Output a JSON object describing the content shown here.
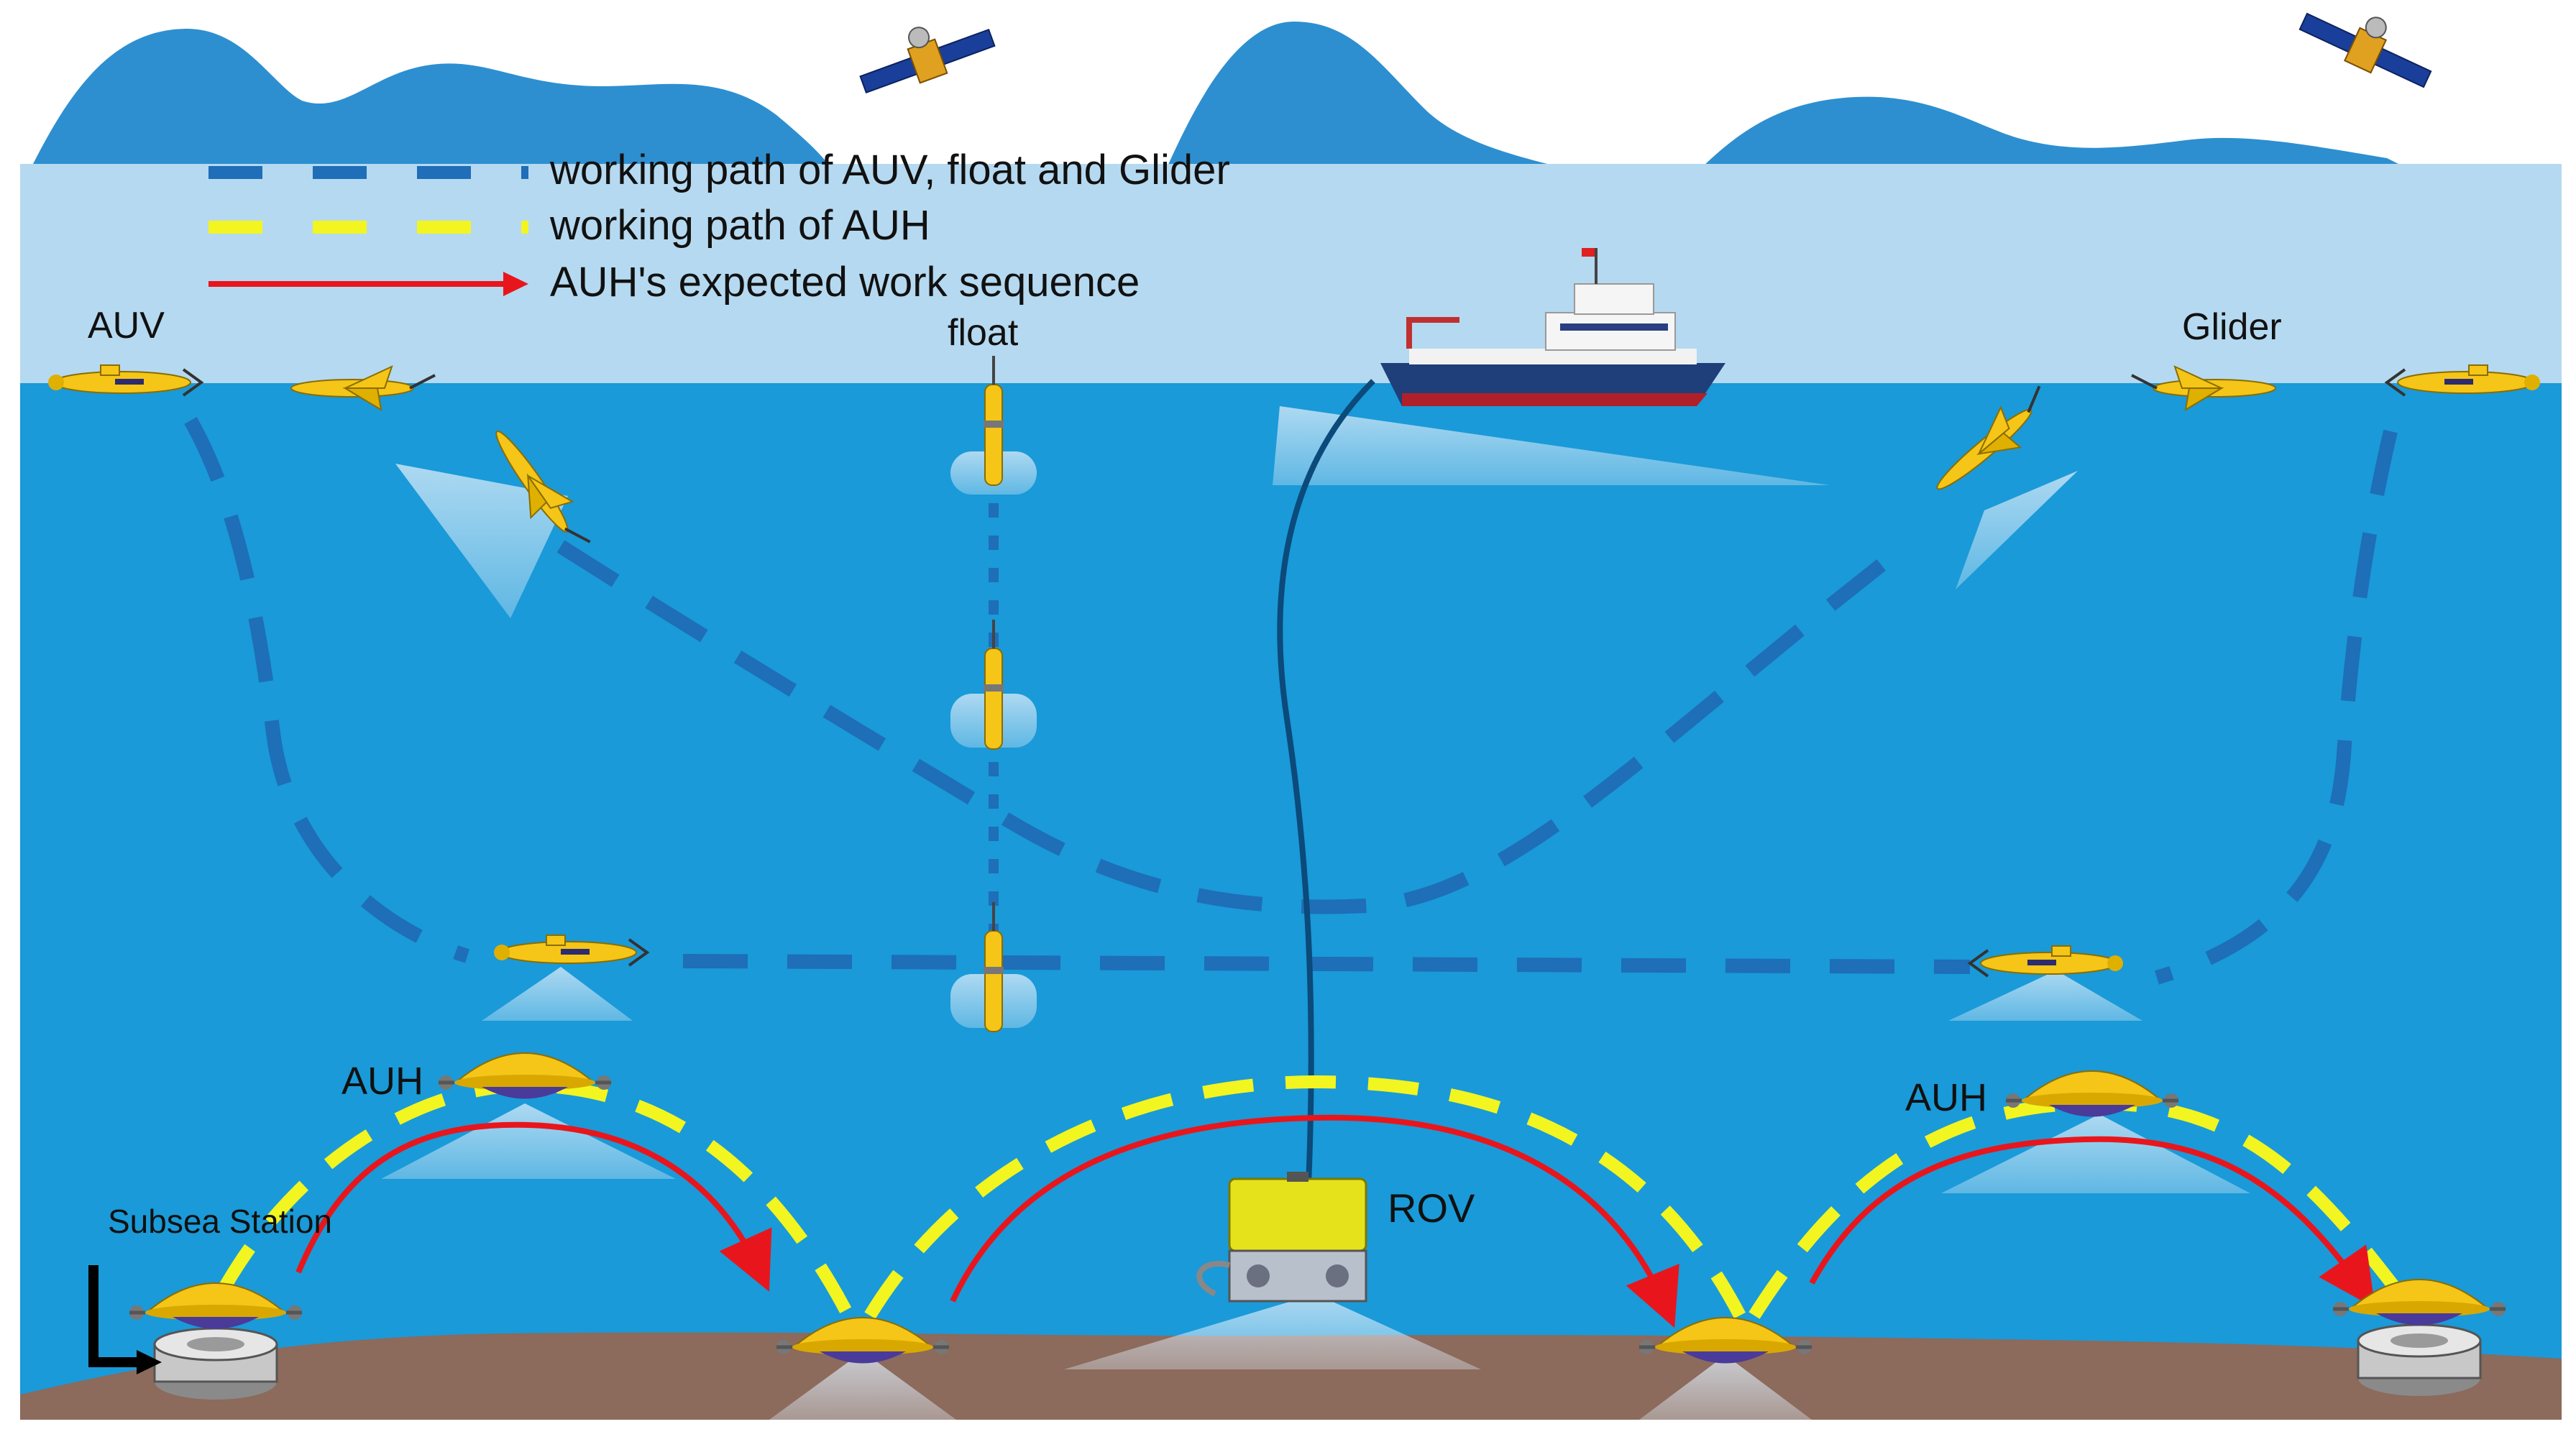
{
  "legend": {
    "items": [
      {
        "text": "working path of AUV, float and Glider",
        "style": "dashed",
        "color": "#1e6eb8"
      },
      {
        "text": "working path of AUH",
        "style": "dashed",
        "color": "#f2f520"
      },
      {
        "text": "AUH's expected work sequence",
        "style": "arrow",
        "color": "#e8161c"
      }
    ]
  },
  "labels": {
    "auv": "AUV",
    "float": "float",
    "glider": "Glider",
    "auh_left": "AUH",
    "auh_right": "AUH",
    "rov": "ROV",
    "subsea_station": "Subsea Station"
  },
  "colors": {
    "sky_mountain": "#2d8fd0",
    "surface_band": "#b5d9f0",
    "ocean": "#1a9ad8",
    "seabed": "#8c6a5c",
    "auv_path": "#1e6eb8",
    "auh_path": "#f2f520",
    "sequence_arrow": "#e8161c",
    "vehicle_yellow": "#f5c518"
  },
  "icons": [
    "satellite-icon",
    "ship-icon",
    "auv-icon",
    "glider-icon",
    "float-icon",
    "auh-icon",
    "rov-icon",
    "subsea-station-icon"
  ]
}
